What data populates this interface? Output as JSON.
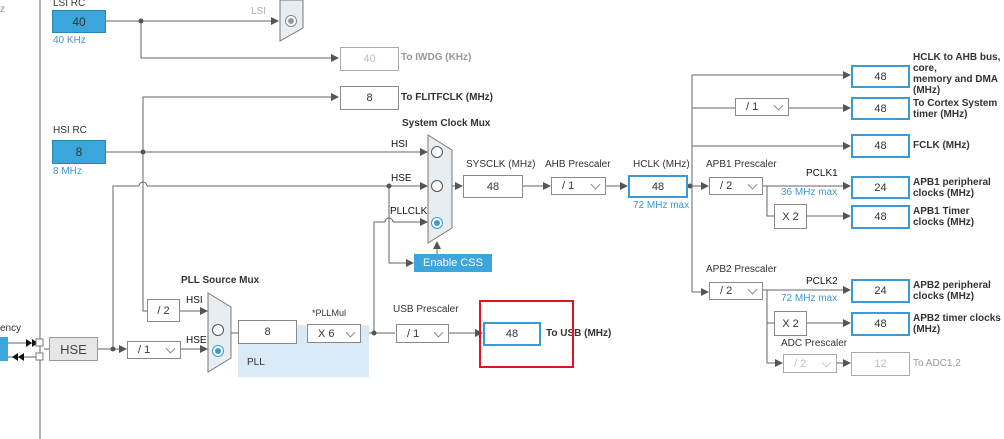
{
  "left_edge": {
    "fragment_top": "z",
    "fragment_freq": "ency"
  },
  "lsi": {
    "label": "LSI RC",
    "value": "40",
    "freq": "40 KHz",
    "mux_input": "LSI"
  },
  "iwdg": {
    "value": "40",
    "label": "To IWDG (KHz)"
  },
  "flitf": {
    "value": "8",
    "label": "To FLITFCLK (MHz)"
  },
  "hsi": {
    "label": "HSI RC",
    "value": "8",
    "freq": "8 MHz"
  },
  "hse": {
    "label": "HSE",
    "prediv": "/ 1"
  },
  "sysmux": {
    "title": "System Clock Mux",
    "inputs": [
      "HSI",
      "HSE",
      "PLLCLK"
    ],
    "selected": "PLLCLK"
  },
  "css": {
    "label": "Enable CSS"
  },
  "sysclk": {
    "label": "SYSCLK (MHz)",
    "value": "48"
  },
  "ahb": {
    "label": "AHB Prescaler",
    "value": "/ 1"
  },
  "hclk": {
    "label": "HCLK (MHz)",
    "value": "48",
    "max": "72 MHz max"
  },
  "pllsrc": {
    "title": "PLL  Source Mux",
    "hsi_div": "/ 2",
    "inputs": [
      "HSI",
      "HSE"
    ],
    "selected": "HSE"
  },
  "pll": {
    "label": "PLL",
    "input": "8",
    "mul_label": "*PLLMul",
    "mul": "X 6"
  },
  "usb": {
    "label": "USB Prescaler",
    "value": "/ 1",
    "output": "48",
    "output_label": "To USB (MHz)"
  },
  "outputs": {
    "ahb": {
      "value": "48",
      "label1": "HCLK to AHB bus, core,",
      "label2": "memory and DMA (MHz)"
    },
    "cortex": {
      "div": "/ 1",
      "value": "48",
      "label": "To Cortex System timer (MHz)"
    },
    "fclk": {
      "value": "48",
      "label": "FCLK (MHz)"
    },
    "apb1": {
      "prescaler_label": "APB1 Prescaler",
      "prescaler": "/ 2",
      "pclk": "PCLK1",
      "max": "36 MHz max",
      "value": "24",
      "label": "APB1 peripheral clocks (MHz)",
      "timer_mul": "X 2",
      "timer_value": "48",
      "timer_label": "APB1 Timer clocks (MHz)"
    },
    "apb2": {
      "prescaler_label": "APB2 Prescaler",
      "prescaler": "/ 2",
      "pclk": "PCLK2",
      "max": "72 MHz max",
      "value": "24",
      "label": "APB2 peripheral clocks (MHz)",
      "timer_mul": "X 2",
      "timer_value": "48",
      "timer_label": "APB2 timer clocks (MHz)"
    },
    "adc": {
      "prescaler_label": "ADC Prescaler",
      "prescaler": "/ 2",
      "value": "12",
      "label": "To ADC1,2"
    }
  },
  "colors": {
    "accent": "#3aa6dc",
    "output_border": "#3a9ad6",
    "highlight": "#e0141e",
    "pll_bg": "#d9e9f6"
  }
}
